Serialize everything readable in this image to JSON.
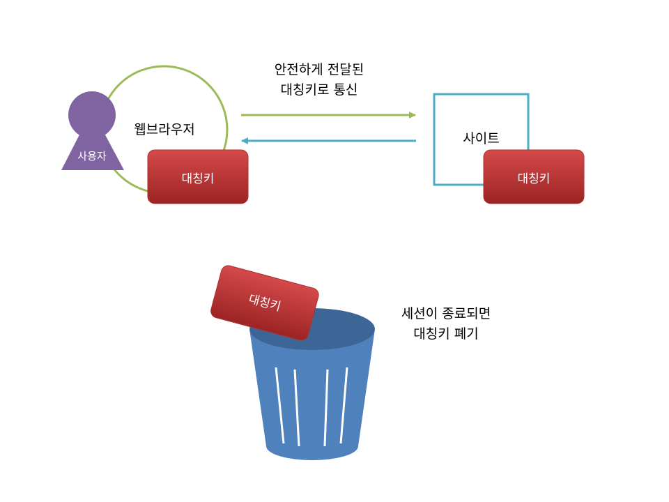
{
  "top_caption": {
    "line1": "안전하게 전달된",
    "line2": "대칭키로 통신"
  },
  "user_label": "사용자",
  "browser_label": "웹브라우저",
  "site_label": "사이트",
  "browser_key_label": "대칭키",
  "site_key_label": "대칭키",
  "discarded_key_label": "대칭키",
  "bottom_caption": {
    "line1": "세션이 종료되면",
    "line2": "대칭키 폐기"
  },
  "colors": {
    "browser_circle": "#9bbb59",
    "site_box": "#4bacc6",
    "user_figure": "#8064a2",
    "key_fill_top": "#d04646",
    "key_fill_bottom": "#a02626",
    "arrow_right": "#9bbb59",
    "arrow_left": "#4bacc6",
    "trash_body": "#4f81bd",
    "trash_rim": "#3d6596"
  },
  "icons": {
    "user": "person-icon",
    "trash": "trash-can-icon"
  }
}
